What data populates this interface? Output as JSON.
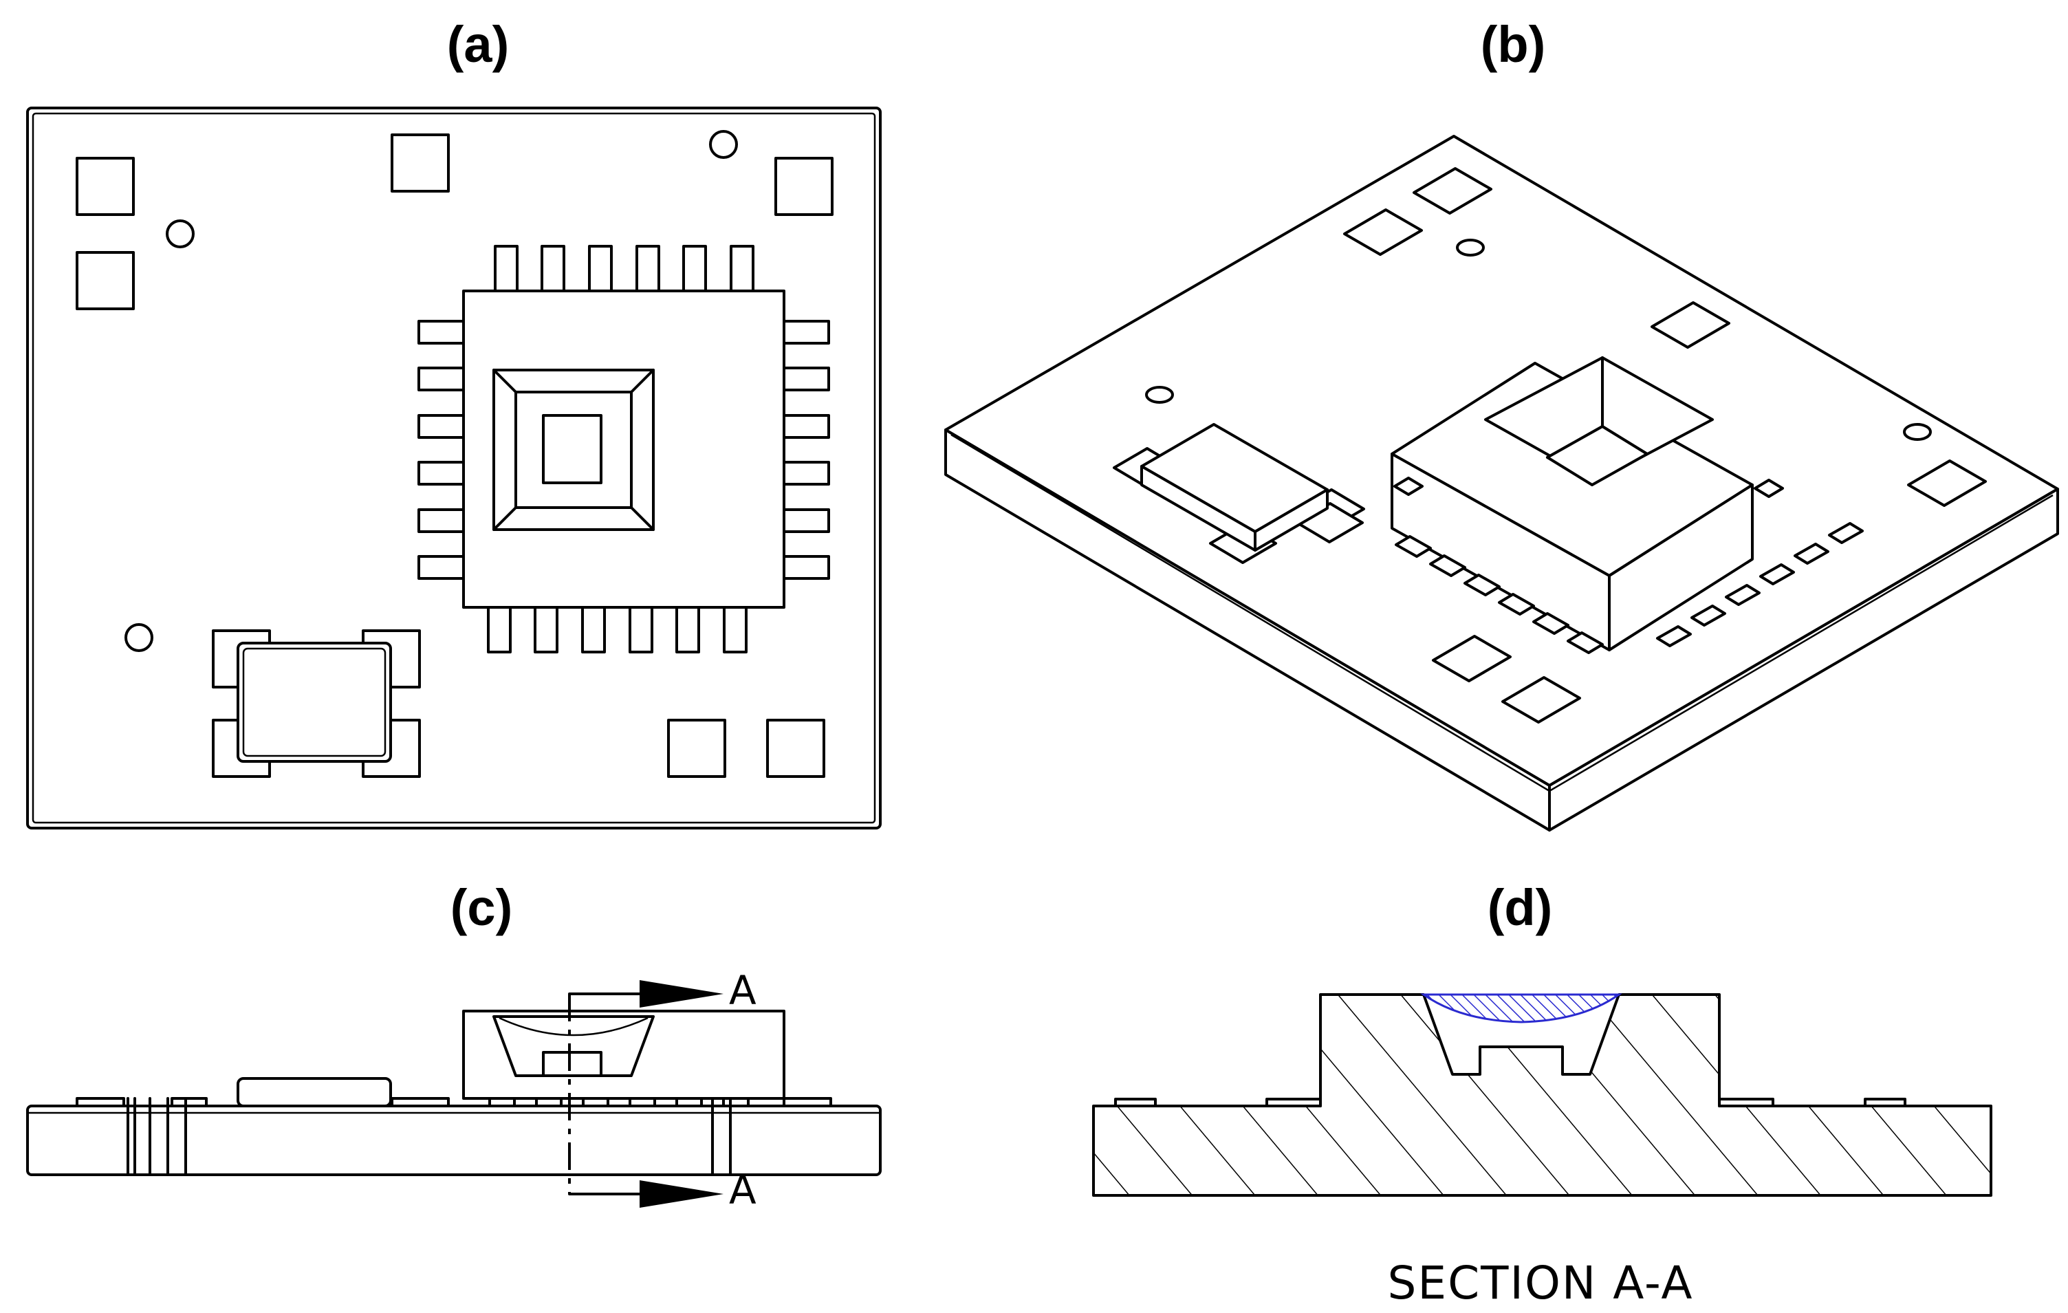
{
  "panels": {
    "a": "(a)",
    "b": "(b)",
    "c": "(c)",
    "d": "(d)"
  },
  "section_markers": {
    "top": "A",
    "bottom": "A"
  },
  "section_caption": "SECTION A-A",
  "colors": {
    "line": "#000000",
    "background": "#ffffff",
    "lens_hatch": "#2a2ad0"
  }
}
